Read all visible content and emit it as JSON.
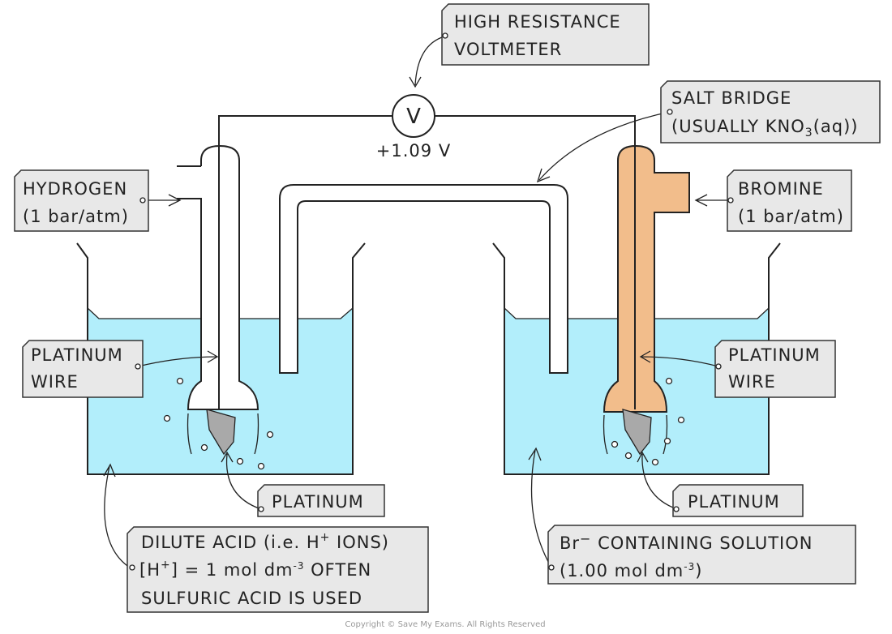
{
  "labels": {
    "voltmeter": [
      "HIGH RESISTANCE",
      "VOLTMETER"
    ],
    "voltmeter_symbol": "V",
    "voltage_reading": "+1.09 V",
    "salt_bridge": {
      "line1": "SALT BRIDGE",
      "line2_pre": "(USUALLY KNO",
      "line2_sub": "3",
      "line2_post": "(aq))"
    },
    "hydrogen": [
      "HYDROGEN",
      "(1 bar/atm)"
    ],
    "bromine": [
      "BROMINE",
      "(1 bar/atm)"
    ],
    "platinum_wire_left": [
      "PLATINUM",
      "WIRE"
    ],
    "platinum_wire_right": [
      "PLATINUM",
      "WIRE"
    ],
    "platinum_left": "PLATINUM",
    "platinum_right": "PLATINUM",
    "dilute_acid": {
      "line1_pre": "DILUTE ACID (i.e. H",
      "line1_sup": "+",
      "line1_post": " IONS)",
      "line2_pre": "[H",
      "line2_sup": "+",
      "line2_mid": "] = 1 mol dm",
      "line2_sup2": "-3",
      "line2_post": "  OFTEN",
      "line3": "SULFURIC ACID IS USED"
    },
    "br_solution": {
      "line1_pre": "Br",
      "line1_sup": "−",
      "line1_post": " CONTAINING SOLUTION",
      "line2_pre": "(1.00 mol dm",
      "line2_sup": "-3",
      "line2_post": ")"
    }
  },
  "copyright": "Copyright © Save My Exams. All Rights Reserved",
  "colors": {
    "solution": "#b2eefb",
    "bromine": "#f2bd8b",
    "platinum": "#a9a9a9",
    "label_box": "#e8e8e8"
  }
}
